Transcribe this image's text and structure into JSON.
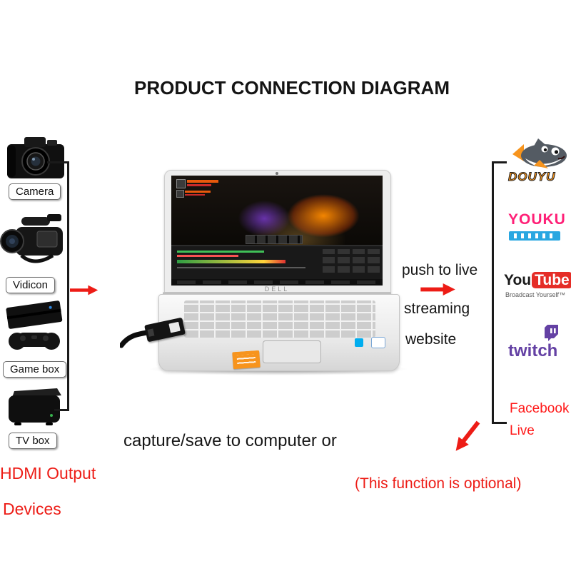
{
  "title": "PRODUCT CONNECTION DIAGRAM",
  "devices": {
    "items": [
      {
        "label": "Camera",
        "icon": "camera-icon"
      },
      {
        "label": "Vidicon",
        "icon": "camcorder-icon"
      },
      {
        "label": "Game box",
        "icon": "game-console-icon"
      },
      {
        "label": "TV box",
        "icon": "tv-box-icon"
      }
    ],
    "caption_line1": "HDMI Output",
    "caption_line2": "Devices"
  },
  "laptop": {
    "brand": "DELL"
  },
  "captions": {
    "center": "capture/save to computer or",
    "push_line1": "push to live",
    "push_line2": "streaming",
    "push_line3": "website",
    "optional": "(This function is optional)"
  },
  "platforms": {
    "douyu": {
      "wordmark": "DOUYU"
    },
    "youku": {
      "wordmark": "YOUKU"
    },
    "youtube": {
      "you": "You",
      "tube": "Tube",
      "tagline": "Broadcast Yourself™"
    },
    "twitch": {
      "wordmark": "twitch"
    },
    "facebook": {
      "line1": "Facebook",
      "line2": "Live"
    }
  },
  "colors": {
    "accent-red": "#ed1c16",
    "douyu-orange": "#f7941d",
    "youku-pink": "#ff2077",
    "youku-blue": "#29a7e1",
    "youtube-red": "#e52d27",
    "twitch-purple": "#6441a4",
    "facebook-red": "#ff1a1a",
    "sticker-orange": "#f7941d"
  }
}
